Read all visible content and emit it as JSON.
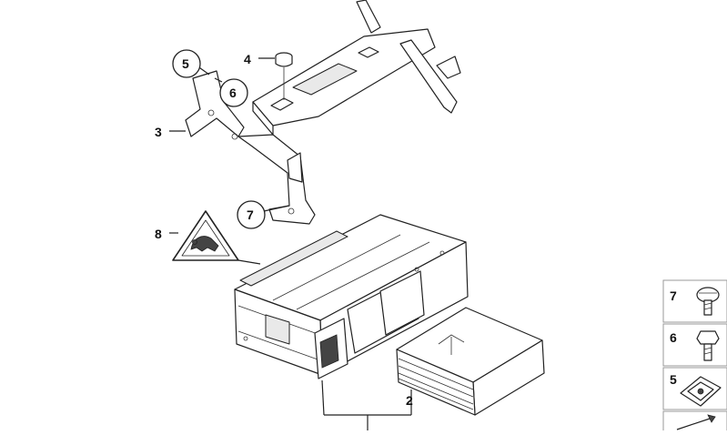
{
  "callouts": {
    "c3": "3",
    "c4": "4",
    "c5": "5",
    "c6": "6",
    "c7": "7",
    "c8": "8",
    "c2": "2"
  },
  "legend": {
    "items": [
      {
        "number": "7",
        "icon": "oval-head-screw-icon"
      },
      {
        "number": "6",
        "icon": "hex-bolt-icon"
      },
      {
        "number": "5",
        "icon": "clip-nut-icon"
      }
    ]
  },
  "colors": {
    "line": "#222222",
    "panel_border": "#999999",
    "background": "#ffffff"
  }
}
